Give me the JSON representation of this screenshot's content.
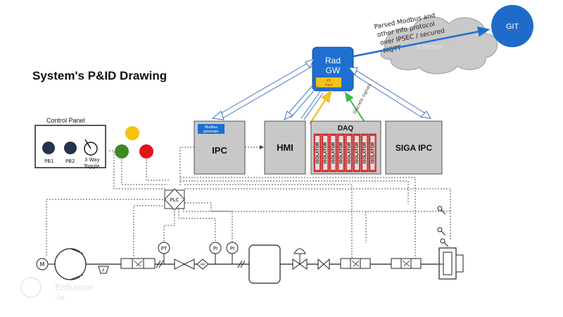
{
  "title": "System's P&ID Drawing",
  "cloud": {
    "text_lines": [
      "Parsed Modbus and",
      "other info protocol",
      "over IPSEC / secured",
      "MQTT"
    ],
    "ghost_text": "Internet"
  },
  "git": {
    "label": "GIT"
  },
  "gateway": {
    "label_line1": "Rad",
    "label_line2": "GW",
    "tag_line1": "I/O",
    "tag_line2": "Input"
  },
  "link_label": "Discrete signals",
  "control_panel": {
    "title": "Control Panel",
    "pb1": "PB1",
    "pb2": "PB2",
    "toggle_line1": "3 Way",
    "toggle_line2": "Toggle"
  },
  "ipc": {
    "label": "IPC",
    "tag_line1": "Modbus",
    "tag_line2": "generator"
  },
  "hmi": {
    "label": "HMI"
  },
  "daq": {
    "label": "DAQ",
    "module_label": "ISOLATOR",
    "module_count": 8
  },
  "siga": {
    "label": "SIGA IPC"
  },
  "plc": {
    "label": "PLC"
  },
  "instruments": {
    "motor": "M",
    "filter": "F",
    "pt": "PT",
    "pi_1": "PI",
    "pi_2": "PI"
  },
  "watermark": {
    "line1": "Enhance",
    "line2": ".io"
  },
  "colors": {
    "gateway_blue": "#1f6fd0",
    "git_blue": "#1e6bc9",
    "cloud_grey": "#c9c9c9",
    "box_grey": "#c8c8c8",
    "isolator_red": "#d93a3a",
    "gateway_tag_yellow": "#f3c21b",
    "light_yellow": "#f4c20d",
    "light_green": "#3c8a25",
    "light_red": "#e0141b",
    "arrow_yellow": "#f2c12e",
    "arrow_green": "#3cb84a",
    "link_blue": "#3f74c4"
  }
}
